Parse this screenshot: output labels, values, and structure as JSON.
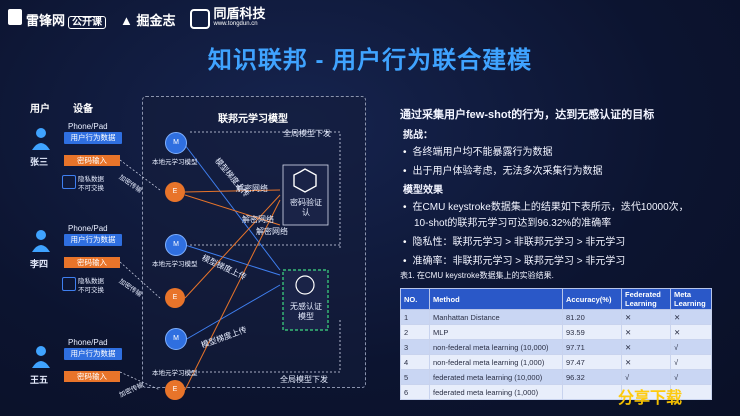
{
  "header": {
    "brand1": "雷锋网",
    "brand1_badge": "公开课",
    "brand2": "掘金志",
    "brand3": "同盾科技",
    "brand3_sub": "www.tongdun.cn"
  },
  "title": "知识联邦 - 用户行为联合建模",
  "diagram": {
    "col_user": "用户",
    "col_device": "设备",
    "fed_title": "联邦元学习模型",
    "users": [
      {
        "name": "张三",
        "device": "Phone/Pad",
        "box1": "用户行为数据",
        "box2": "密码输入",
        "private": "隐私数据不可交换",
        "local_model": "本地元学习模型",
        "encrypt": "加密传输",
        "m_label": "M",
        "e_label": "E"
      },
      {
        "name": "李四",
        "device": "Phone/Pad",
        "box1": "用户行为数据",
        "box2": "密码输入",
        "private": "隐私数据不可交换",
        "local_model": "本地元学习模型",
        "encrypt": "加密传输",
        "m_label": "M",
        "e_label": "E"
      },
      {
        "name": "王五",
        "device": "Phone/Pad",
        "box1": "用户行为数据",
        "box2": "密码输入",
        "private": "",
        "local_model": "本地元学习模型",
        "encrypt": "加密传输",
        "m_label": "M",
        "e_label": "E"
      }
    ],
    "global_down_top": "全局模型下发",
    "global_down_bottom": "全局模型下发",
    "upload1": "模型梯度上传",
    "upload2": "模型梯度上传",
    "upload3": "模型梯度上传",
    "decrypt1": "解密网络",
    "decrypt2": "解密网络",
    "decrypt3": "解密网络",
    "pwd_auth": "密码验证认",
    "no_auth": "无感认证模型"
  },
  "right": {
    "headline": "通过采集用户few-shot的行为，达到无感认证的目标",
    "challenge_title": "挑战：",
    "challenges": [
      "各终端用户均不能暴露行为数据",
      "出于用户体验考虑，无法多次采集行为数据"
    ],
    "effect_title": "模型效果",
    "effect1a": "在CMU keystroke数据集上的结果如下表所示，迭代10000次，",
    "effect1b": "10-shot的联邦元学习可达到96.32%的准确率",
    "effect2": "隐私性：联邦元学习 > 非联邦元学习 > 非元学习",
    "effect3": "准确率：非联邦元学习 > 联邦元学习 > 非元学习",
    "table_caption": "表1. 在CMU keystroke数据集上的实验结果.",
    "table_headers": [
      "NO.",
      "Method",
      "Accuracy(%)",
      "Federated Learning",
      "Meta Learning"
    ],
    "table_rows": [
      [
        "1",
        "Manhattan Distance",
        "81.20",
        "✕",
        "✕"
      ],
      [
        "2",
        "MLP",
        "93.59",
        "✕",
        "✕"
      ],
      [
        "3",
        "non-federal meta learning (10,000)",
        "97.71",
        "✕",
        "√"
      ],
      [
        "4",
        "non-federal meta learning (1,000)",
        "97.47",
        "✕",
        "√"
      ],
      [
        "5",
        "federated meta learning (10,000)",
        "96.32",
        "√",
        "√"
      ],
      [
        "6",
        "federated meta learning (1,000)",
        "",
        "",
        ""
      ]
    ]
  },
  "watermark": "分享下载",
  "colors": {
    "accent": "#3fa3ff",
    "blue": "#2f6fe0",
    "orange": "#e8742a",
    "bg": "#0d1530"
  }
}
